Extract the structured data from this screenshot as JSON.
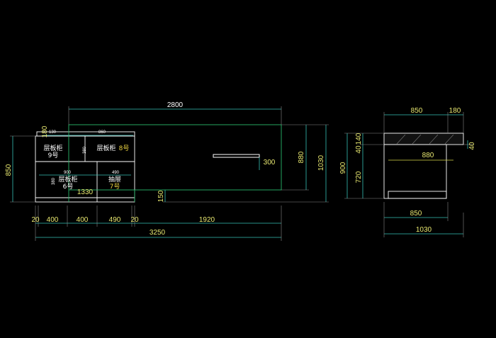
{
  "colors": {
    "background": "#000000",
    "dimension_line": "#35c0b5",
    "cabinet_outline": "#ffffff",
    "panel_outline": "#2ab86a",
    "dimension_text": "#ffffff",
    "accent_text": "#e8d040"
  },
  "front": {
    "top_dim": "2800",
    "sub_dims": [
      "130",
      "860"
    ],
    "left_dim": "850",
    "right_dims": [
      "880",
      "1030"
    ],
    "bottom_dims": [
      "20",
      "400",
      "400",
      "490",
      "20",
      "1920"
    ],
    "total_dim": "3250",
    "dim_180": "180",
    "dim_300": "300",
    "dim_150": "150",
    "dim_1330": "1330",
    "dim_900": "900",
    "dim_490": "490",
    "dim_380a": "380",
    "dim_380b": "380",
    "cells": [
      {
        "name": "层板柜",
        "num": "9号"
      },
      {
        "name": "层板柜",
        "num": "8号"
      },
      {
        "name": "层板柜",
        "num": "6号"
      },
      {
        "name": "抽屉",
        "num": "7号"
      }
    ]
  },
  "side": {
    "top_dims": [
      "850",
      "180"
    ],
    "left_dims": [
      "40",
      "140",
      "720",
      "900"
    ],
    "right_dim": "40",
    "inner_dim": "880",
    "bottom_dims": [
      "850",
      "1030"
    ]
  }
}
